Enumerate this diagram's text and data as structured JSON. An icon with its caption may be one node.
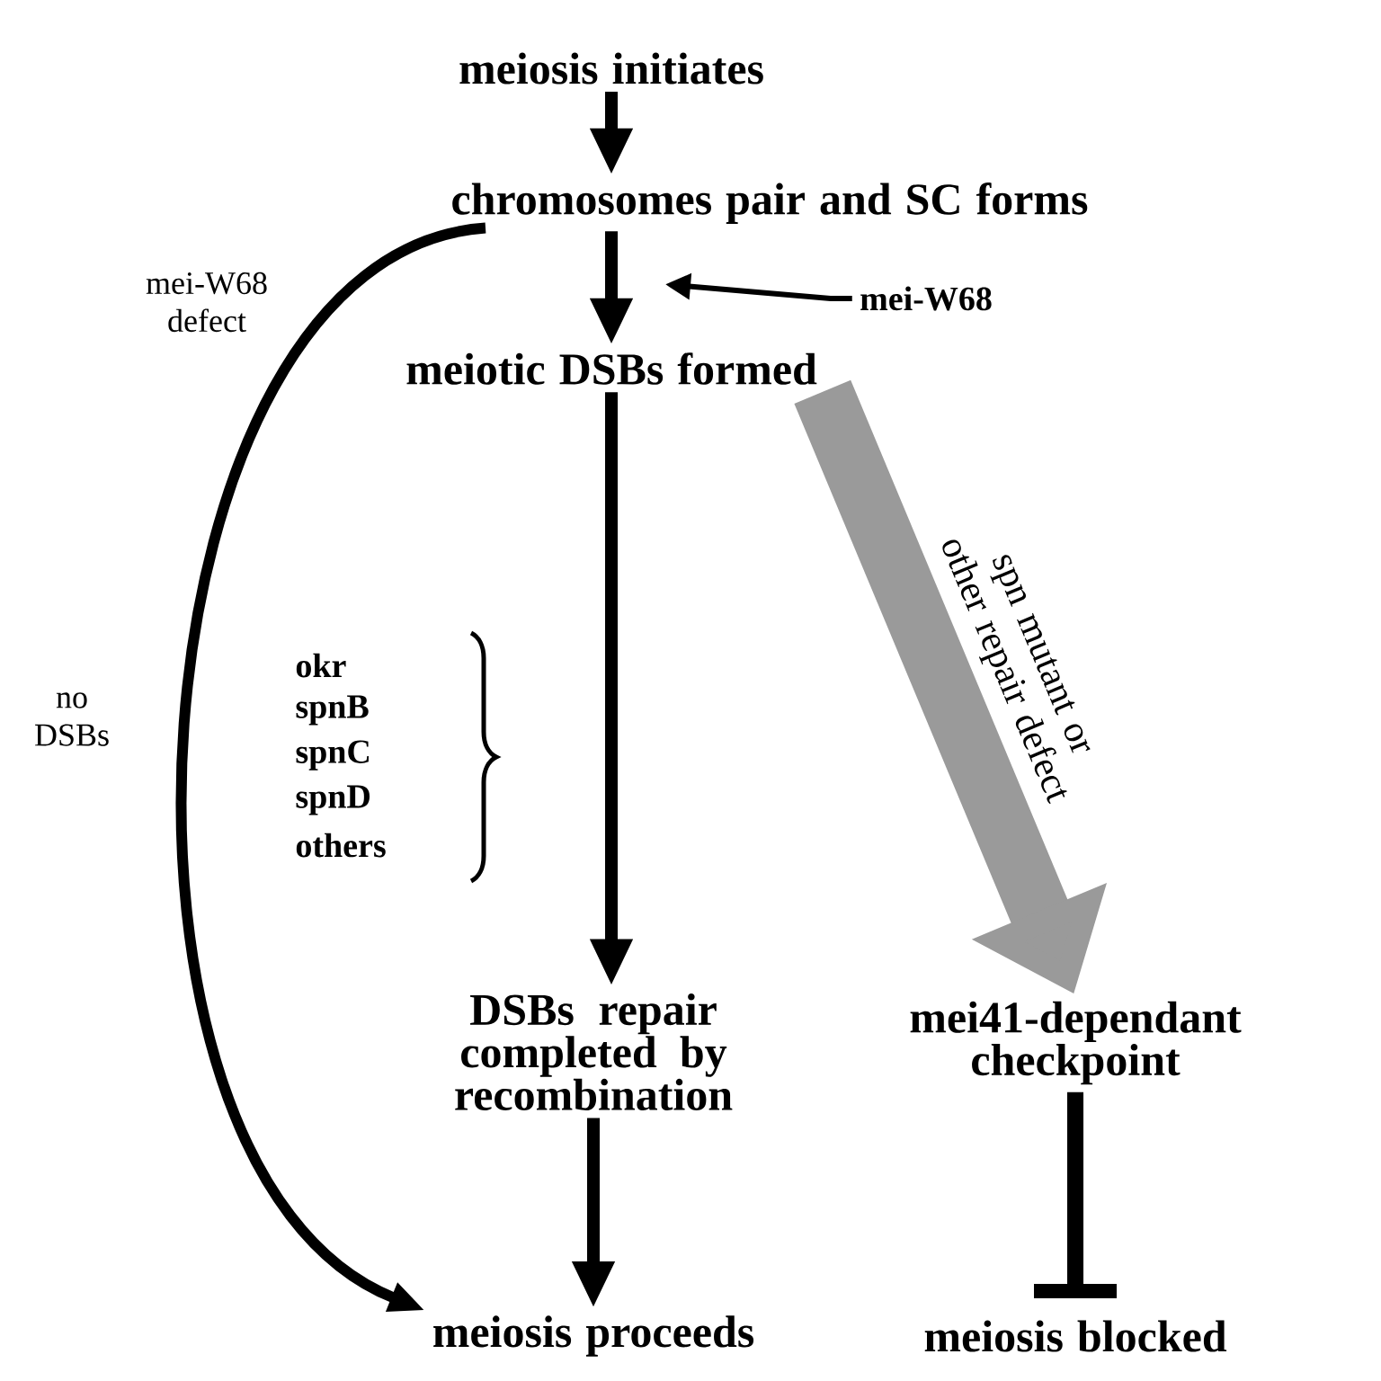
{
  "diagram": {
    "nodes": [
      {
        "text": [
          "meiosis initiates"
        ]
      },
      {
        "text": [
          "chromosomes pair and SC forms"
        ]
      },
      {
        "text": [
          "meiotic DSBs formed"
        ]
      },
      {
        "text": [
          "DSBs repair completed by recombination"
        ]
      },
      {
        "text": [
          "mei41-dependant checkpoint"
        ]
      },
      {
        "text": [
          "meiosis proceeds"
        ]
      },
      {
        "text": [
          "meiosis blocked"
        ]
      },
      {
        "text": [
          "mei-W68"
        ]
      }
    ],
    "edges": [
      {
        "from": 0,
        "to": 1,
        "arrow": "to"
      },
      {
        "from": 1,
        "to": 2,
        "arrow": "to"
      },
      {
        "from": 2,
        "to": 3,
        "arrow": "to"
      },
      {
        "from": 3,
        "to": 5,
        "arrow": "to"
      },
      {
        "from": 2,
        "to": 4,
        "arrow": "to",
        "label": "spn mutant or other repair defect",
        "style": "thick",
        "color": "#9a9a9a"
      },
      {
        "from": 4,
        "to": 6,
        "arrow": "other"
      },
      {
        "from": 1,
        "to": 5,
        "arrow": "to",
        "label": "mei-W68 defect"
      },
      {
        "from": 7,
        "to": null,
        "arrow": "to"
      }
    ],
    "labels": [
      "no DSBs",
      "okr",
      "spnB",
      "spnC",
      "spnD",
      "others"
    ]
  }
}
